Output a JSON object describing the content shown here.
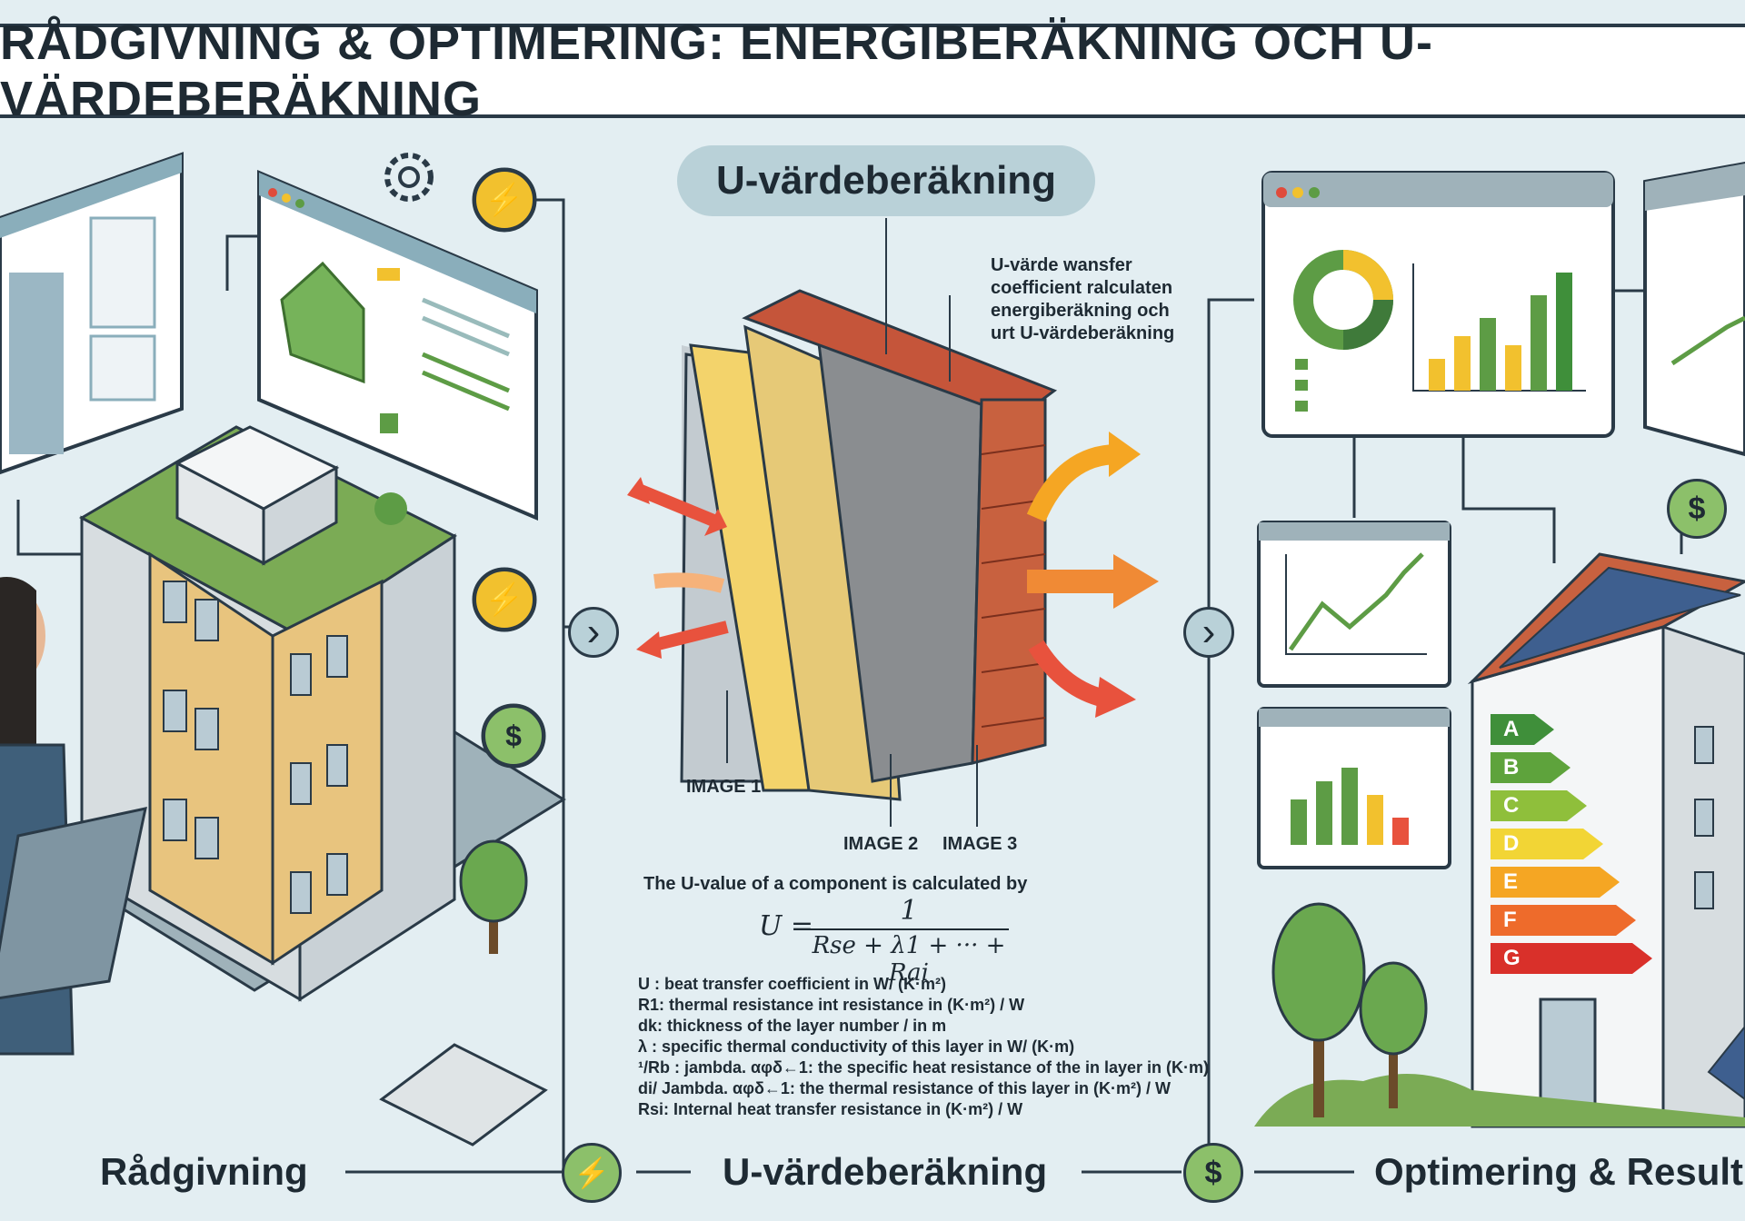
{
  "title": "RÅDGIVNING & OPTIMERING: ENERGIBERÄKNING OCH U-VÄRDEBERÄKNING",
  "center_pill": "U-värdeberäkning",
  "annotation": [
    "U-värde wansfer",
    "coefficient ralculaten",
    "energiberäkning och",
    "urt U-värdeberäkning"
  ],
  "image_labels": {
    "img1": "IMAGE 1",
    "img2": "IMAGE 2",
    "img3": "IMAGE 3"
  },
  "formula": {
    "intro": "The U-value of a component is calculated by",
    "lhs": "U =",
    "numerator": "1",
    "denominator": "Rse + λ1 + ··· + Rai"
  },
  "legend": [
    "U : beat transfer coefficient in W/ (K·m²)",
    "R1: thermal resistance int resistance in (K·m²) / W",
    "dk: thickness of the layer number / in m",
    "λ : specific thermal conductivity of this layer in W/ (K·m)",
    "¹/Rb : jambda. αφδ←1: the specific heat resistance of the in layer in (K·m)",
    "di/ Jambda. αφδ←1: the thermal resistance of this layer in (K·m²) / W",
    "Rsi: Internal heat transfer resistance in (K·m²) / W"
  ],
  "ratings": [
    "A",
    "B",
    "C",
    "D",
    "E",
    "F",
    "G"
  ],
  "rating_colors": [
    "#3f8f3a",
    "#5ea33c",
    "#8fbf3b",
    "#f2d535",
    "#f5a623",
    "#ee6b2b",
    "#d9302a"
  ],
  "bottom": {
    "left": "Rådgivning",
    "center": "U-värdeberäkning",
    "right": "Optimering & Result"
  },
  "icons": {
    "bolt": "⚡",
    "dollar": "$",
    "chevron": "›"
  },
  "colors": {
    "accent_yellow": "#f2c12e",
    "accent_green": "#5d9c45",
    "dark": "#2a3a47",
    "bg": "#e3eef2"
  }
}
